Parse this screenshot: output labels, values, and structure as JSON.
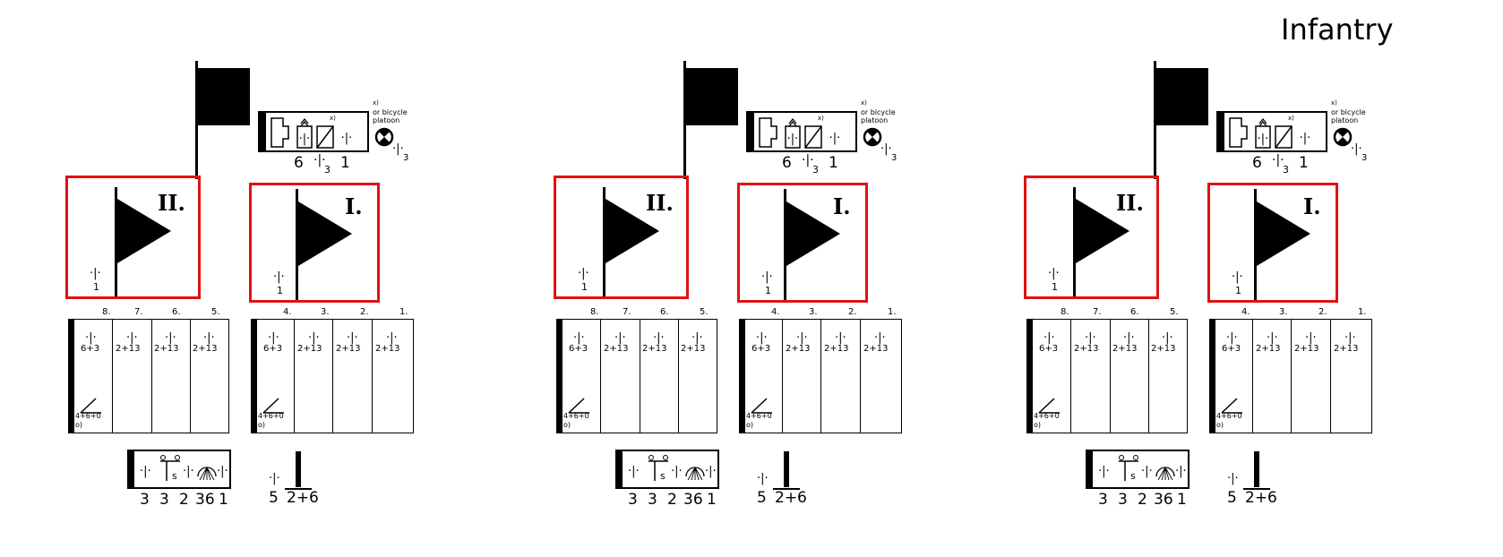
{
  "title": "Infantry",
  "battalions": [
    {
      "label": "II.",
      "sym": "·|·",
      "sub": "1"
    },
    {
      "label": "I.",
      "sym": "·|·",
      "sub": "1"
    }
  ],
  "hq": {
    "note_x": "x)",
    "note_bicycle": "or bicycle",
    "note_platoon": "platoon",
    "inner_x": "x)",
    "counts": [
      "6",
      "·|·",
      "3",
      "1"
    ],
    "side_sub": "3"
  },
  "companies_left": {
    "numbers": [
      "8.",
      "7.",
      "6.",
      "5."
    ],
    "first": {
      "top": "6+3",
      "mg": "4+6+0",
      "note": "o)"
    },
    "others": [
      "2+13",
      "2+13",
      "2+13"
    ]
  },
  "companies_right": {
    "numbers": [
      "4.",
      "3.",
      "2.",
      "1."
    ],
    "first": {
      "top": "6+3",
      "mg": "4+6+0",
      "note": "o)"
    },
    "others": [
      "2+13",
      "2+13",
      "2+13"
    ]
  },
  "support": {
    "s_label": "s",
    "counts": [
      "3",
      "3",
      "2",
      "36",
      "1"
    ]
  },
  "pioneer": {
    "left": "5",
    "right": "2+6"
  },
  "colors": {
    "highlight": "#e11111",
    "ink": "#000000"
  }
}
